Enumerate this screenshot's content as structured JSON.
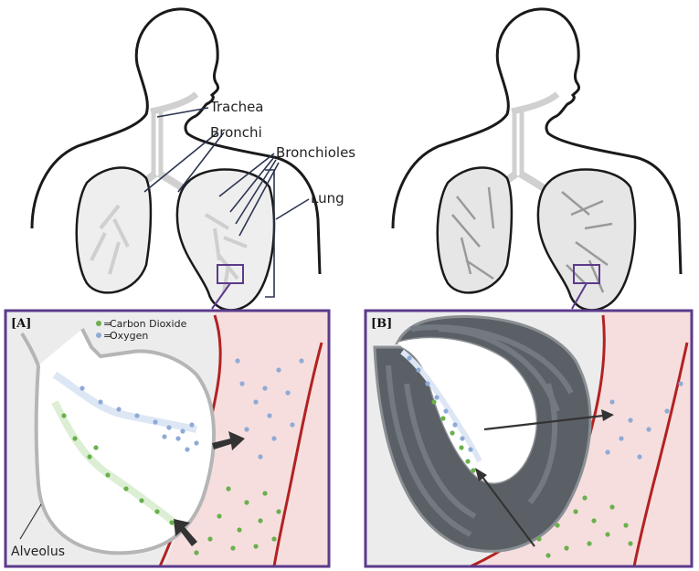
{
  "labels": {
    "trachea": "Trachea",
    "bronchi": "Bronchi",
    "bronchioles": "Bronchioles",
    "lung": "Lung",
    "alveolus": "Alveolus"
  },
  "panels": {
    "a": {
      "tag": "[A]",
      "legend": [
        {
          "symbol": "=",
          "text": "Carbon Dioxide",
          "color": "#6ab04c"
        },
        {
          "symbol": "=",
          "text": "Oxygen",
          "color": "#8faad6"
        }
      ]
    },
    "b": {
      "tag": "[B]"
    }
  },
  "colors": {
    "outline": "#1a1a1a",
    "airway": "#d9d9d9",
    "lung_fill": "#eeeeee",
    "panel_border": "#5b3a8c",
    "vessel": "#f6dede",
    "vessel_wall": "#b22222",
    "co2": "#6ab04c",
    "o2": "#8faad6",
    "mucus": "#555a60",
    "arrow": "#333333"
  }
}
